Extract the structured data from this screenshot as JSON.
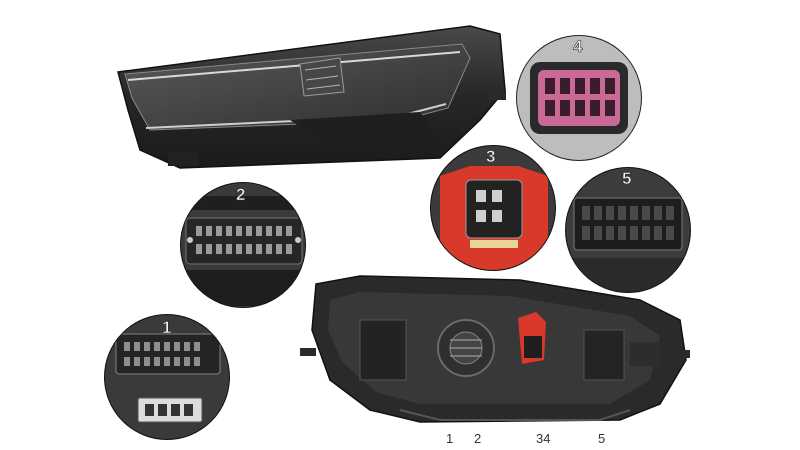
{
  "callouts": [
    {
      "id": "1",
      "label": "1"
    },
    {
      "id": "2",
      "label": "2"
    },
    {
      "id": "3",
      "label": "3"
    },
    {
      "id": "4",
      "label": "4"
    },
    {
      "id": "5",
      "label": "5"
    }
  ],
  "rear_view_labels": [
    "1",
    "2",
    "34",
    "5"
  ],
  "colors": {
    "housing": "#2b2b2b",
    "housing_dark": "#1a1a1a",
    "chrome": "#c8c8c8",
    "connector_red": "#d8392b",
    "connector_pink": "#b85c86",
    "circle_bg": "#d9d9d9"
  }
}
